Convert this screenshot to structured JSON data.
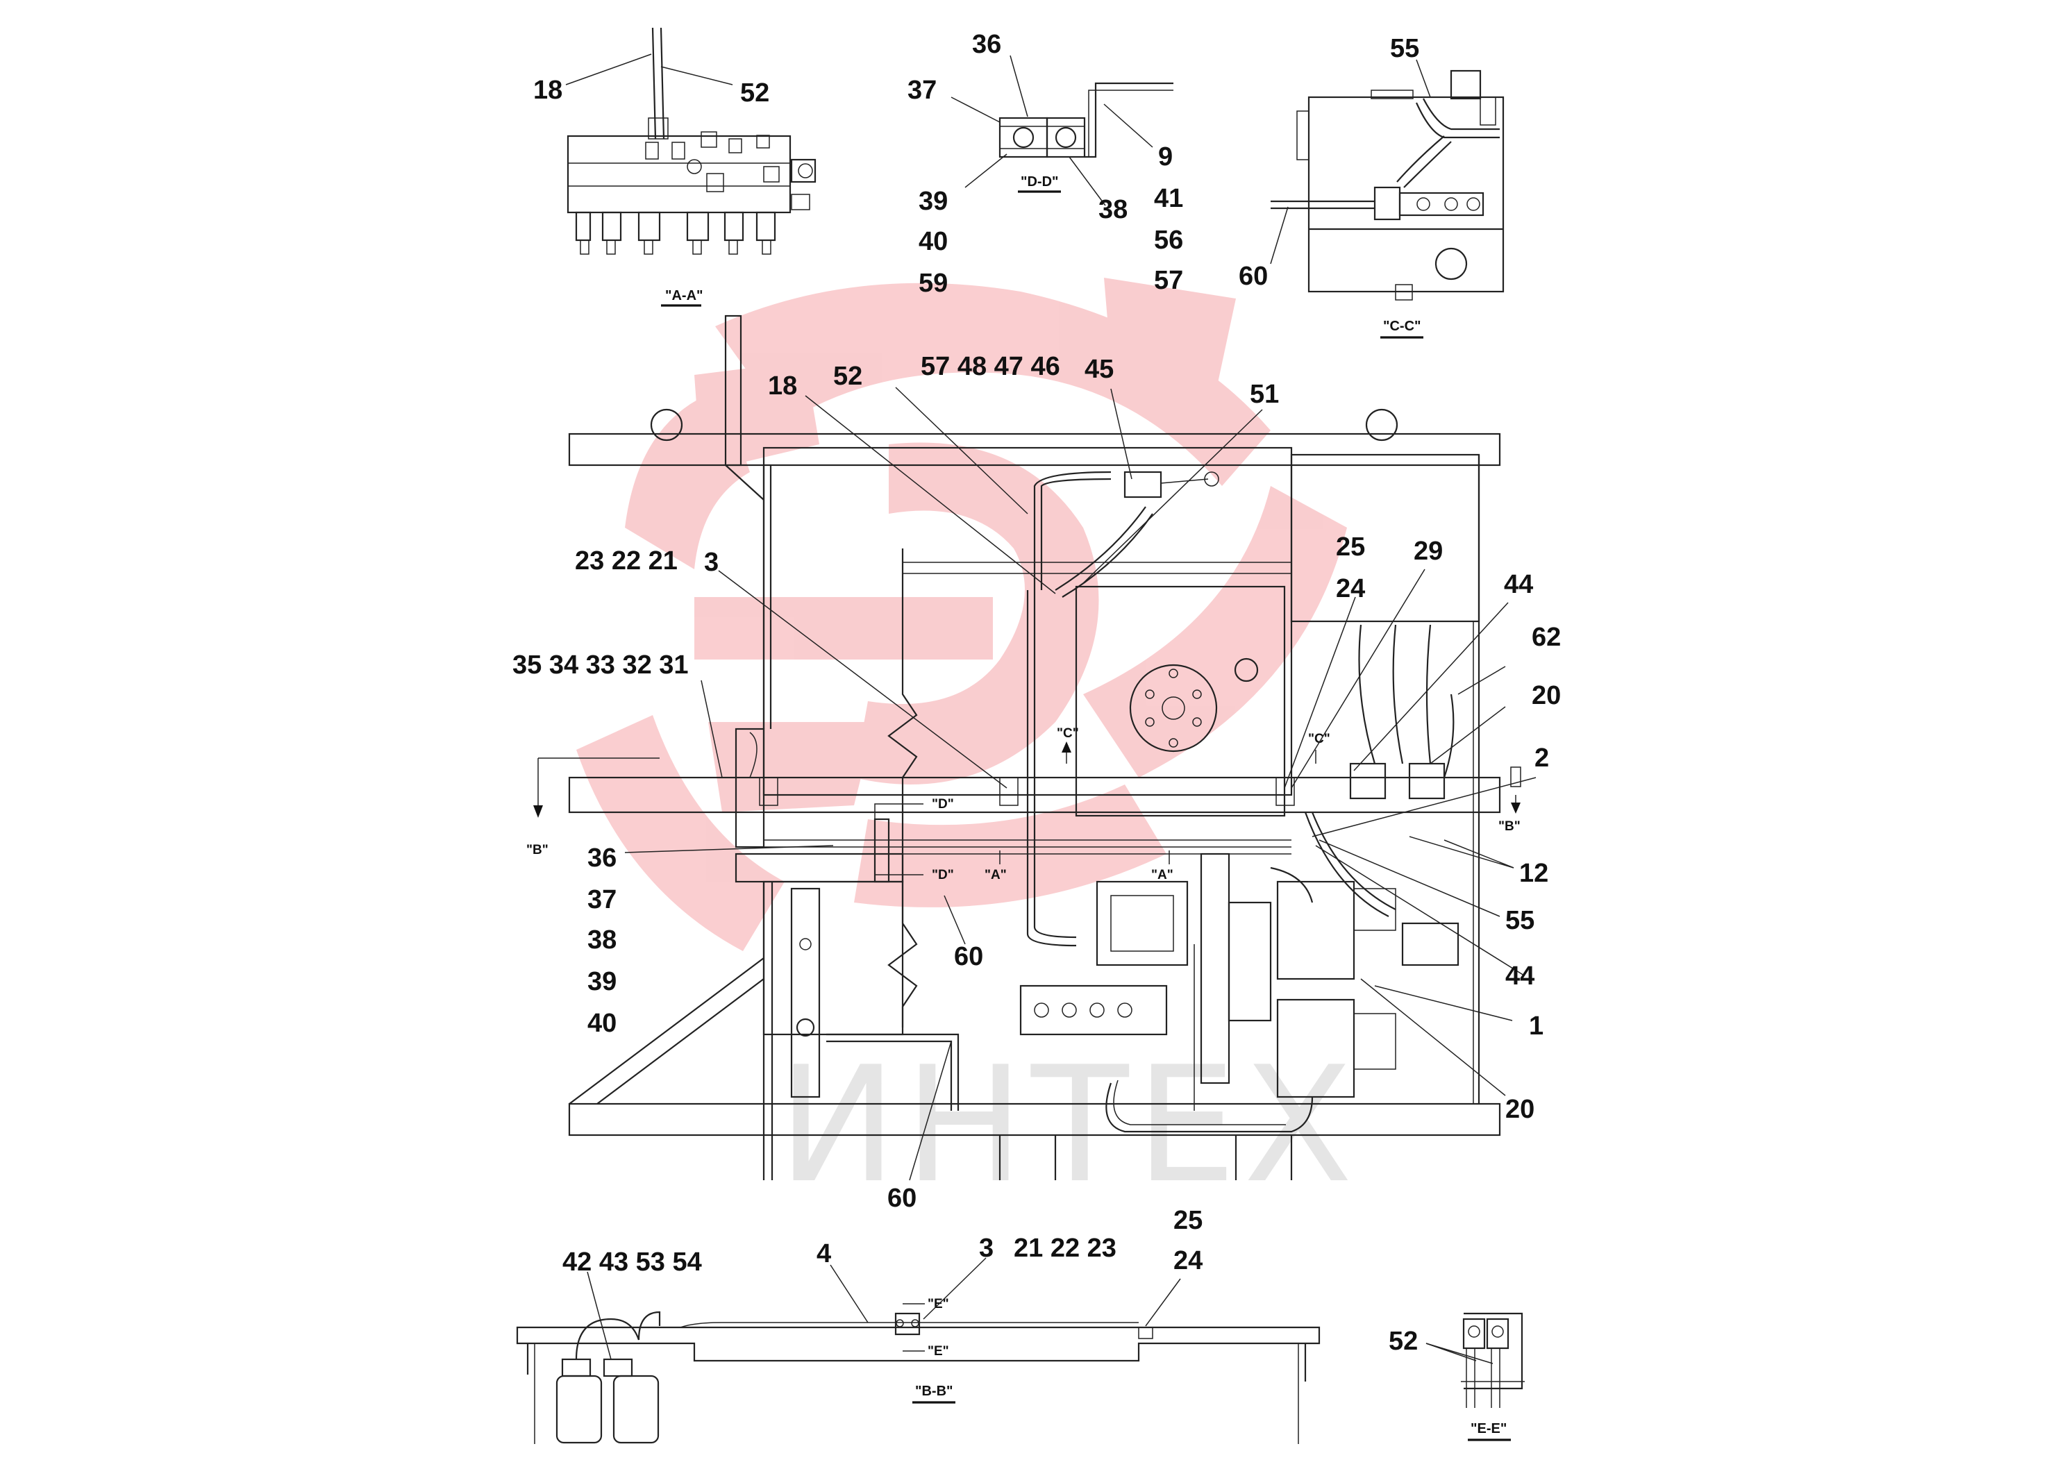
{
  "watermark": {
    "text": "ИНТЕХ",
    "logo_color": "#e8202a",
    "text_color": "#c8c8c8"
  },
  "views": [
    {
      "id": "A",
      "title": "\"A-A\""
    },
    {
      "id": "D",
      "title": "\"D-D\""
    },
    {
      "id": "C",
      "title": "\"C-C\""
    },
    {
      "id": "B",
      "title": "\"B-B\""
    },
    {
      "id": "E",
      "title": "\"E-E\""
    }
  ],
  "view_markers": {
    "b_left": "\"B\"",
    "b_right": "\"B\"",
    "c_left": "\"C\"",
    "c_right": "\"C\"",
    "d_top": "\"D\"",
    "d_bottom": "\"D\"",
    "a_left": "\"A\"",
    "a_right": "\"A\"",
    "e_top": "\"E\"",
    "e_bottom": "\"E\""
  },
  "callouts": {
    "aa_18": "18",
    "aa_52": "52",
    "dd_36": "36",
    "dd_37": "37",
    "dd_9": "9",
    "dd_39": "39",
    "dd_38": "38",
    "dd_40": "40",
    "dd_59": "59",
    "dd_41": "41",
    "dd_56": "56",
    "dd_57": "57",
    "cc_55": "55",
    "cc_60": "60",
    "m_18": "18",
    "m_52": "52",
    "m_57_48_47_46": "57 48 47 46",
    "m_45": "45",
    "m_51": "51",
    "m_23_22_21": "23 22 21",
    "m_3": "3",
    "m_35_31": "35 34 33 32 31",
    "m_25": "25",
    "m_24": "24",
    "m_29": "29",
    "m_44a": "44",
    "m_62": "62",
    "m_20a": "20",
    "m_2": "2",
    "m_12": "12",
    "m_55": "55",
    "m_44b": "44",
    "m_1": "1",
    "m_20b": "20",
    "m_36": "36",
    "m_37": "37",
    "m_38": "38",
    "m_39": "39",
    "m_40": "40",
    "m_60a": "60",
    "m_60b": "60",
    "bb_42_54": "42 43 53 54",
    "bb_4": "4",
    "bb_3": "3",
    "bb_21_23": "21 22 23",
    "bb_25": "25",
    "bb_24": "24",
    "ee_52": "52"
  }
}
